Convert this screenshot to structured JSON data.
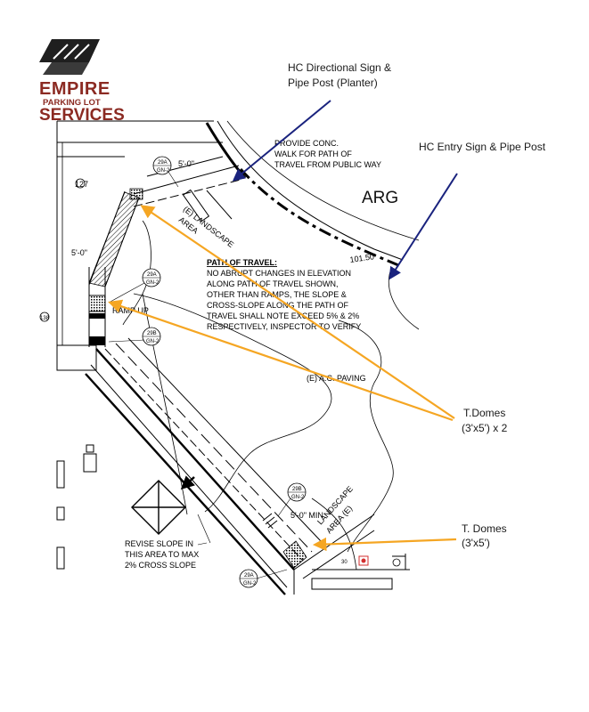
{
  "logo": {
    "line1": "EMPIRE",
    "line2": "PARKING LOT",
    "line3": "SERVICES",
    "color": "#8b2a22"
  },
  "annotations": {
    "hc_directional_line1": "HC Directional Sign &",
    "hc_directional_line2": "Pipe Post (Planter)",
    "hc_entry": "HC Entry Sign & Pipe Post",
    "t_domes_pair_line1": "T.Domes",
    "t_domes_pair_line2": "(3'x5') x 2",
    "t_domes_single_line1": "T. Domes",
    "t_domes_single_line2": "(3'x5')"
  },
  "notes": {
    "provide_conc_line1": "PROVIDE CONC.",
    "provide_conc_line2": "WALK FOR PATH OF",
    "provide_conc_line3": "TRAVEL FROM PUBLIC WAY",
    "arg": "ARG",
    "dimension_101": "101.50'",
    "landscape_area_line1": "(E) LANDSCAPE",
    "landscape_area_line2": "AREA",
    "path_title": "PATH OF TRAVEL:",
    "path_line1": "NO ABRUPT CHANGES IN ELEVATION",
    "path_line2": "ALONG PATH OF TRAVEL SHOWN,",
    "path_line3": "OTHER THAN RAMPS, THE SLOPE &",
    "path_line4": "CROSS-SLOPE ALONG THE PATH OF",
    "path_line5": "TRAVEL SHALL NOTE EXCEED 5% & 2%",
    "path_line6": "RESPECTIVELY, INSPECTOR TO VERIFY",
    "ramp_up": "RAMP UP",
    "ac_paving": "(E) A.C. PAVING",
    "revise_line1": "REVISE SLOPE IN",
    "revise_line2": "THIS AREA TO MAX",
    "revise_line3": "2% CROSS SLOPE",
    "five_ft_min": "5'-0\" MIN",
    "five_ft_top": "5'-0\"",
    "five_ft_left": "5'-0\"",
    "landscape_e_line1": "LANDSCAPE",
    "landscape_e_line2": "AREA (E)",
    "num_127": "127",
    "num_138": "138",
    "num_30": "30"
  },
  "tags": {
    "t29a": "29A",
    "t29b": "29B",
    "gn2": "GN-2"
  },
  "colors": {
    "arrow_blue": "#1a237e",
    "arrow_orange": "#f5a623",
    "line": "#000000",
    "red_symbol": "#d32f2f"
  }
}
